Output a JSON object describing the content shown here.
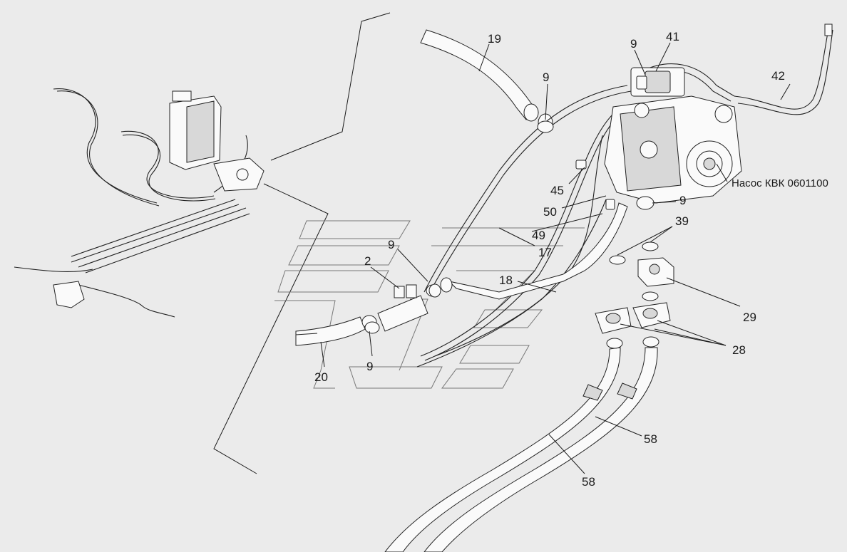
{
  "diagram": {
    "callouts": [
      {
        "id": "c19",
        "text": "19"
      },
      {
        "id": "c9a",
        "text": "9"
      },
      {
        "id": "c9b",
        "text": "9"
      },
      {
        "id": "c41",
        "text": "41"
      },
      {
        "id": "c42",
        "text": "42"
      },
      {
        "id": "cpump",
        "text": "Насос КВК 0601100"
      },
      {
        "id": "c45",
        "text": "45"
      },
      {
        "id": "c50",
        "text": "50"
      },
      {
        "id": "c9c",
        "text": "9"
      },
      {
        "id": "c39",
        "text": "39"
      },
      {
        "id": "c49",
        "text": "49"
      },
      {
        "id": "c17",
        "text": "17"
      },
      {
        "id": "c9d",
        "text": "9"
      },
      {
        "id": "c2",
        "text": "2"
      },
      {
        "id": "c18",
        "text": "18"
      },
      {
        "id": "c29",
        "text": "29"
      },
      {
        "id": "c28",
        "text": "28"
      },
      {
        "id": "c9e",
        "text": "9"
      },
      {
        "id": "c20",
        "text": "20"
      },
      {
        "id": "c58a",
        "text": "58"
      },
      {
        "id": "c58b",
        "text": "58"
      }
    ]
  }
}
